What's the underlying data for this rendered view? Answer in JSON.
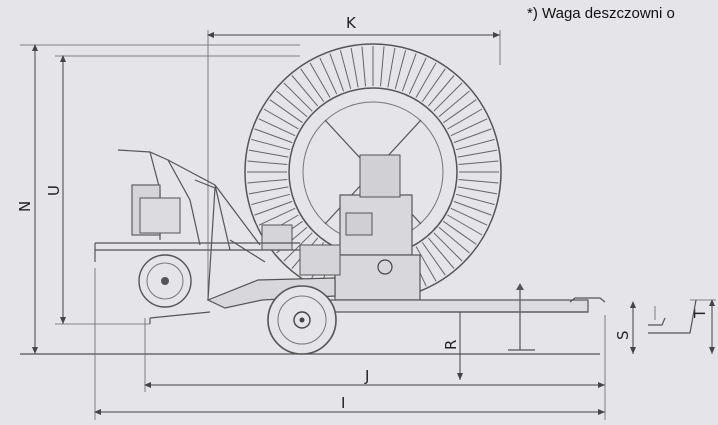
{
  "note": "*) Waga deszczowni o",
  "dimensions": {
    "K": "K",
    "N": "N",
    "U": "U",
    "R": "R",
    "S": "S",
    "T": "T",
    "J": "J",
    "I": "I"
  }
}
